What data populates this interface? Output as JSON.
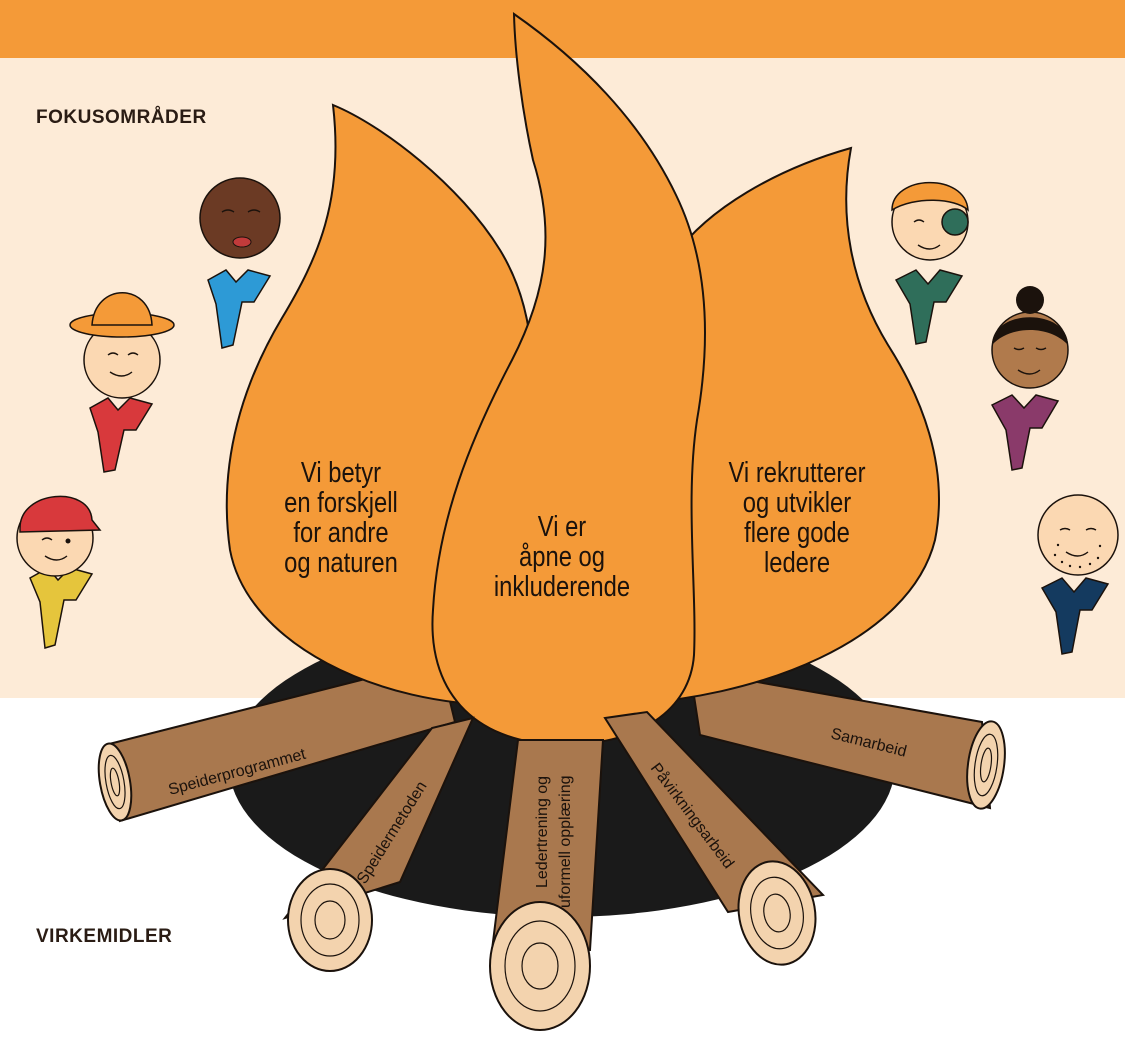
{
  "sections": {
    "focus": "FOKUSOMRÅDER",
    "means": "VIRKEMIDLER"
  },
  "flames": [
    {
      "name": "left",
      "lines": [
        "Vi betyr",
        "en forskjell",
        "for andre",
        "og naturen"
      ]
    },
    {
      "name": "center",
      "lines": [
        "Vi er",
        "åpne og",
        "inkluderende"
      ]
    },
    {
      "name": "right",
      "lines": [
        "Vi rekrutterer",
        "og utvikler",
        "flere gode",
        "ledere"
      ]
    }
  ],
  "logs": {
    "speiderprogrammet": "Speiderprogrammet",
    "speidermetoden": "Speidermetoden",
    "ledertrening_line1": "Ledertrening og",
    "ledertrening_line2": "uformell opplæring",
    "pavirkningsarbeid": "Påvirkningsarbeid",
    "samarbeid": "Samarbeid"
  },
  "colors": {
    "band": "#f49a38",
    "cream": "#fdebd7",
    "flame": "#f49a38",
    "log": "#a9784e",
    "log_end": "#f3d3ae",
    "pit": "#1a1a1a",
    "outline": "#1b120c"
  },
  "characters": [
    {
      "icon": "scout-red-cap-icon",
      "neckerchief": "#e5c53c"
    },
    {
      "icon": "scout-hat-icon",
      "neckerchief": "#d8393c"
    },
    {
      "icon": "scout-dark-skin-icon",
      "neckerchief": "#2d9ad6"
    },
    {
      "icon": "scout-eyepatch-icon",
      "neckerchief": "#2f6e5a"
    },
    {
      "icon": "scout-bun-icon",
      "neckerchief": "#8a3a6a"
    },
    {
      "icon": "scout-stubble-icon",
      "neckerchief": "#143a5f"
    }
  ]
}
